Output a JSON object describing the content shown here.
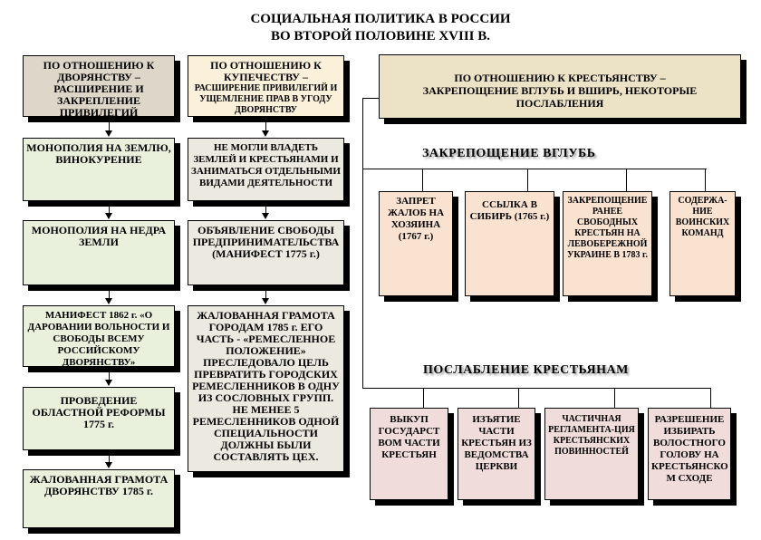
{
  "title": [
    "СОЦИАЛЬНАЯ ПОЛИТИКА В РОССИИ",
    "ВО ВТОРОЙ ПОЛОВИНЕ XVIII В."
  ],
  "nobility": {
    "header": "ПО ОТНОШЕНИЮ К ДВОРЯНСТВУ – РАСШИРЕНИЕ И ЗАКРЕПЛЕНИЕ ПРИВИЛЕГИЙ",
    "items": [
      "МОНОПОЛИЯ НА ЗЕМЛЮ, ВИНОКУРЕНИЕ",
      "МОНОПОЛИЯ НА НЕДРА ЗЕМЛИ",
      "МАНИФЕСТ 1862 г. «О ДАРОВАНИИ ВОЛЬНОСТИ И СВОБОДЫ ВСЕМУ РОССИЙСКОМУ ДВОРЯНСТВУ»",
      "ПРОВЕДЕНИЕ ОБЛАСТНОЙ РЕФОРМЫ 1775 г.",
      "ЖАЛОВАННАЯ ГРАМОТА ДВОРЯНСТВУ 1785 г."
    ]
  },
  "merchants": {
    "header_main": "ПО ОТНОШЕНИЮ К КУПЕЧЕСТВУ –",
    "header_sub": "РАСШИРЕНИЕ ПРИВИЛЕГИЙ И УЩЕМЛЕНИЕ ПРАВ В УГОДУ ДВОРЯНСТВУ",
    "items": [
      "НЕ МОГЛИ ВЛАДЕТЬ ЗЕМЛЕЙ И КРЕСТЬЯНАМИ И ЗАНИМАТЬСЯ ОТДЕЛЬНЫМИ ВИДАМИ ДЕЯТЕЛЬНОСТИ",
      "ОБЪЯВЛЕНИЕ СВОБОДЫ ПРЕДПРИНИМАТЕЛЬСТВА (МАНИФЕСТ 1775 г.)",
      "ЖАЛОВАННАЯ ГРАМОТА ГОРОДАМ 1785 г. ЕГО ЧАСТЬ - «РЕМЕСЛЕННОЕ ПОЛОЖЕНИЕ» ПРЕСЛЕДОВАЛО ЦЕЛЬ ПРЕВРАТИТЬ ГОРОДСКИХ РЕМЕСЛЕННИКОВ В ОДНУ ИЗ СОСЛОВНЫХ ГРУПП. НЕ МЕНЕЕ 5 РЕМЕСЛЕННИКОВ ОДНОЙ СПЕЦИАЛЬНОСТИ ДОЛЖНЫ БЫЛИ СОСТАВЛЯТЬ ЦЕХ."
    ]
  },
  "peasants": {
    "header": [
      "ПО ОТНОШЕНИЮ К КРЕСТЬЯНСТВУ –",
      "ЗАКРЕПОЩЕНИЕ ВГЛУБЬ И ВШИРЬ, НЕКОТОРЫЕ ПОСЛАБЛЕНИЯ"
    ],
    "deep_heading": "ЗАКРЕПОЩЕНИЕ ВГЛУБЬ",
    "deep_items": [
      "ЗАПРЕТ ЖАЛОБ НА ХОЗЯИНА (1767 г.)",
      "ССЫЛКА В СИБИРЬ (1765 г.)",
      "ЗАКРЕПОЩЕНИЕ РАНЕЕ СВОБОДНЫХ КРЕСТЬЯН НА ЛЕВОБЕРЕЖНОЙ УКРАИНЕ В 1783 г.",
      "СОДЕРЖА-НИЕ ВОИНСКИХ КОМАНД"
    ],
    "relief_heading": "ПОСЛАБЛЕНИЕ КРЕСТЬЯНАМ",
    "relief_items": [
      "ВЫКУП ГОСУДАРСТ ВОМ ЧАСТИ КРЕСТЬЯН",
      "ИЗЪЯТИЕ ЧАСТИ КРЕСТЬЯН ИЗ ВЕДОМСТВА ЦЕРКВИ",
      "ЧАСТИЧНАЯ РЕГЛАМЕНТА-ЦИЯ КРЕСТЬЯНСКИХ ПОВИННОСТЕЙ",
      "РАЗРЕШЕНИЕ ИЗБИРАТЬ ВОЛОСТНОГО ГОЛОВУ НА КРЕСТЬЯНСКО М СХОДЕ"
    ]
  }
}
